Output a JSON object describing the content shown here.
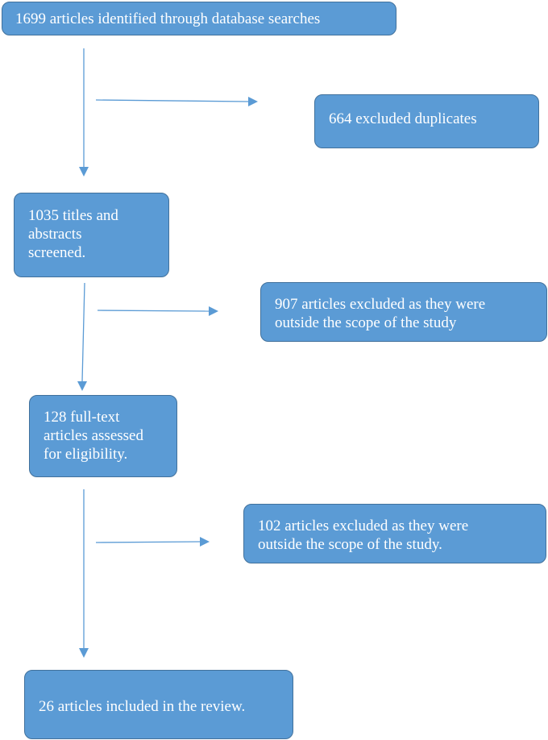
{
  "flow": {
    "identified": "1699 articles identified through database searches",
    "duplicates_excluded": "664 excluded duplicates",
    "screened": "1035 titles and\nabstracts\nscreened.",
    "excluded_scope_1": "907 articles excluded as they were\noutside the scope of the study",
    "full_text": "128 full-text\narticles assessed\nfor eligibility.",
    "excluded_scope_2": "102 articles excluded as they were\noutside the scope of the study.",
    "included": "26 articles included in the review."
  },
  "colors": {
    "box_fill": "#5b9bd5",
    "box_border": "#41719c",
    "text": "#ffffff",
    "arrow": "#5b9bd5"
  }
}
